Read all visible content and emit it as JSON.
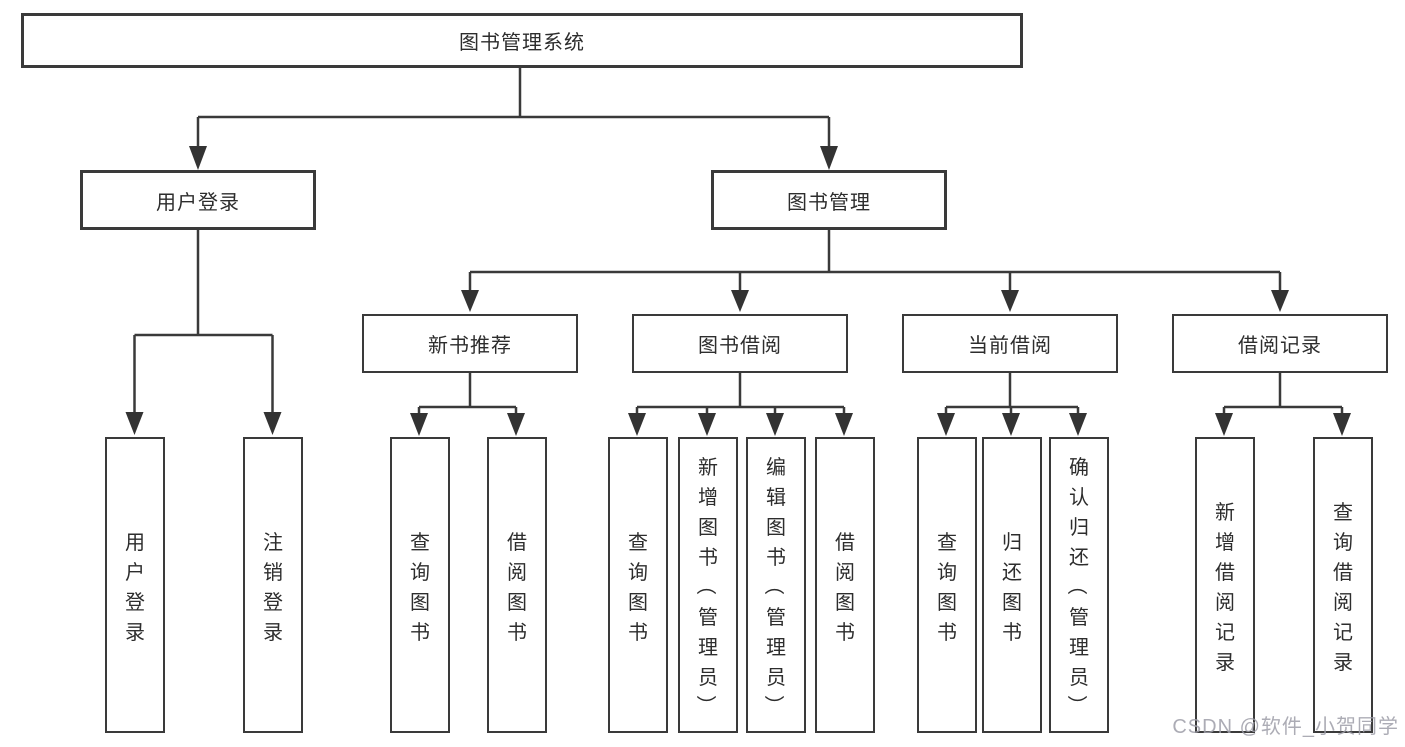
{
  "tree": {
    "root": {
      "label": "图书管理系统",
      "children": [
        {
          "label": "用户登录",
          "children": [
            {
              "label": "用户登录"
            },
            {
              "label": "注销登录"
            }
          ]
        },
        {
          "label": "图书管理",
          "children": [
            {
              "label": "新书推荐",
              "children": [
                {
                  "label": "查询图书"
                },
                {
                  "label": "借阅图书"
                }
              ]
            },
            {
              "label": "图书借阅",
              "children": [
                {
                  "label": "查询图书"
                },
                {
                  "label": "新增图书（管理员）"
                },
                {
                  "label": "编辑图书（管理员）"
                },
                {
                  "label": "借阅图书"
                }
              ]
            },
            {
              "label": "当前借阅",
              "children": [
                {
                  "label": "查询图书"
                },
                {
                  "label": "归还图书"
                },
                {
                  "label": "确认归还（管理员）"
                }
              ]
            },
            {
              "label": "借阅记录",
              "children": [
                {
                  "label": "新增借阅记录"
                },
                {
                  "label": "查询借阅记录"
                }
              ]
            }
          ]
        }
      ]
    }
  },
  "watermark": "CSDN @软件_小贺同学",
  "colors": {
    "line": "#3a3a3a",
    "box_border": "#3a3a3a",
    "box_fill": "#ffffff",
    "text": "#2d2d2d",
    "watermark": "#9e9ea8",
    "background": "#ffffff"
  }
}
